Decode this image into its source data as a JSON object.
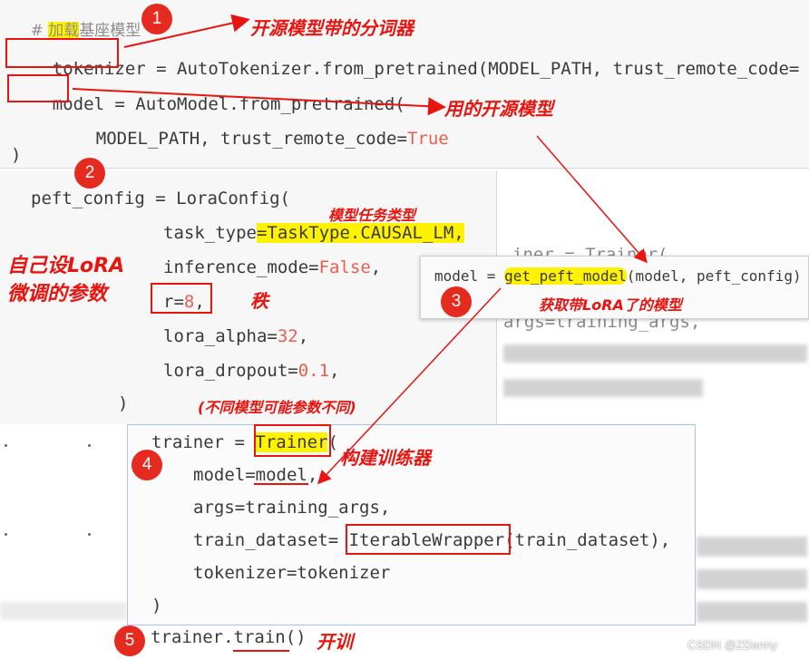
{
  "panel1": {
    "comment_prefix": "# ",
    "comment_hl": "加载",
    "comment_rest": "基座模型",
    "line1_var": "tokenizer",
    "line1_rest": " = AutoTokenizer.from_pretrained(MODEL_PATH, trust_remote_code=",
    "line2_var": "model",
    "line2_rest": " = AutoModel.from_pretrained(",
    "line3_args": "MODEL_PATH, trust_remote_code=",
    "line3_true": "True",
    "line4": ")"
  },
  "panel2": {
    "l1": "peft_config = LoraConfig(",
    "l2a": "task_type",
    "l2b": "=TaskType.CAUSAL_LM,",
    "l3a": "inference_mode=",
    "l3b": "False",
    "l3c": ",",
    "l4a": "r=",
    "l4b": "8",
    "l4c": ",",
    "l5a": "lora_alpha=",
    "l5b": "32",
    "l5c": ",",
    "l6a": "lora_dropout=",
    "l6b": "0.1",
    "l6c": ",",
    "l7": ")"
  },
  "panel3": {
    "pre": "model = ",
    "fn": "get_peft_model",
    "post": "(model, peft_config)"
  },
  "bg_code": {
    "a": "iner = Trainer(",
    "b": "args=training_args,"
  },
  "panel4": {
    "l1a": "trainer = ",
    "l1b": "Trainer",
    "l1c": "(",
    "l2a": "model=",
    "l2b": "model",
    "l2c": ",",
    "l3": "args=training_args,",
    "l4a": "train_dataset= ",
    "l4b": "IterableWrapper",
    "l4c": "(train_dataset),",
    "l5": "tokenizer=tokenizer",
    "l6": ")"
  },
  "panel5": {
    "a": "trainer.",
    "b": "train",
    "c": "()"
  },
  "annotations": {
    "a1": "开源模型带的分词器",
    "a2": "用的开源模型",
    "a3": "模型任务类型",
    "a4": "自己设LoRA",
    "a5": "微调的参数",
    "a6": "秩",
    "a7": "获取带LoRA了的模型",
    "a8": "(不同模型可能参数不同)",
    "a9": "构建训练器",
    "a10": "开训"
  },
  "badges": [
    "1",
    "2",
    "3",
    "4",
    "5"
  ],
  "watermark": "CSDN @ZDanny",
  "colors": {
    "accent_red": "#e8140f",
    "highlight": "#fff200",
    "number": "#ee5d4b",
    "panel_bg": "#f7f7f7"
  }
}
